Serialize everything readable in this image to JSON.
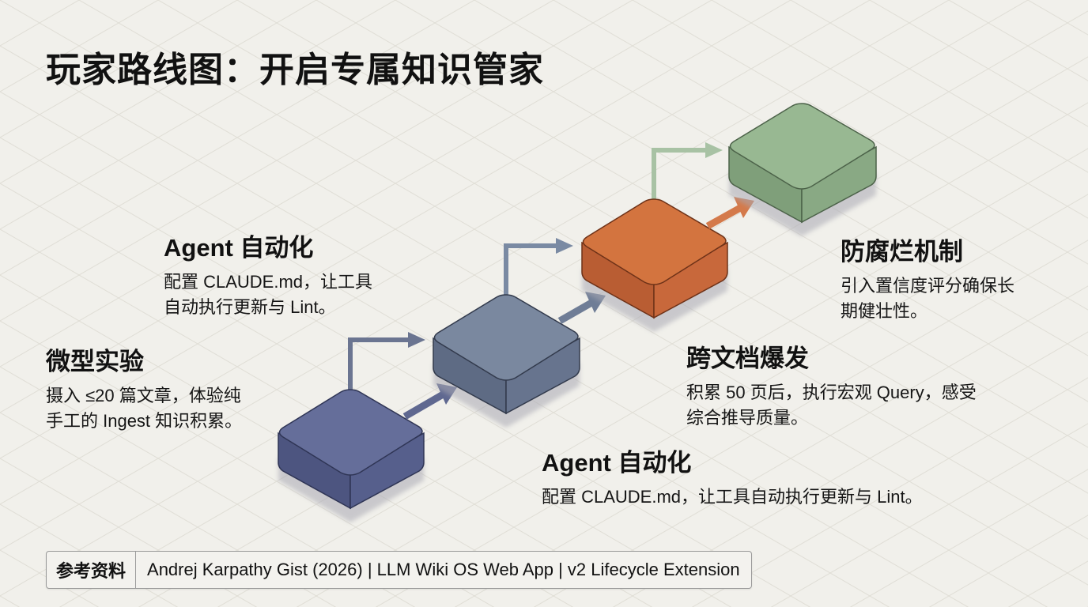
{
  "title": "玩家路线图：开启专属知识管家",
  "colors": {
    "background": "#f1f0eb",
    "grid_line": "#dedcd4",
    "stage1": "#5a6390",
    "stage2": "#6f7f99",
    "stage3": "#cf6c3e",
    "stage4": "#8fb08a"
  },
  "stages": [
    {
      "id": "micro-experiment",
      "title": "微型实验",
      "line1": "摄入 ≤20 篇文章，体验纯",
      "line2": "手工的 Ingest 知识积累。",
      "color": "navy"
    },
    {
      "id": "agent-automation",
      "title": "Agent 自动化",
      "line1": "配置 CLAUDE.md，让工具",
      "line2": "自动执行更新与 Lint。",
      "color": "slate"
    },
    {
      "id": "cross-doc-burst",
      "title": "跨文档爆发",
      "line1": "积累 50 页后，执行宏观 Query，感受",
      "line2": "综合推导质量。",
      "color": "orange"
    },
    {
      "id": "anti-rot",
      "title": "防腐烂机制",
      "line1": "引入置信度评分确保长",
      "line2": "期健壮性。",
      "color": "green"
    }
  ],
  "extra_label": {
    "title": "Agent 自动化",
    "line1": "配置 CLAUDE.md，让工具自动执行更新与 Lint。"
  },
  "reference": {
    "label": "参考资料",
    "text": "Andrej Karpathy Gist (2026) | LLM Wiki OS Web App | v2 Lifecycle Extension"
  }
}
